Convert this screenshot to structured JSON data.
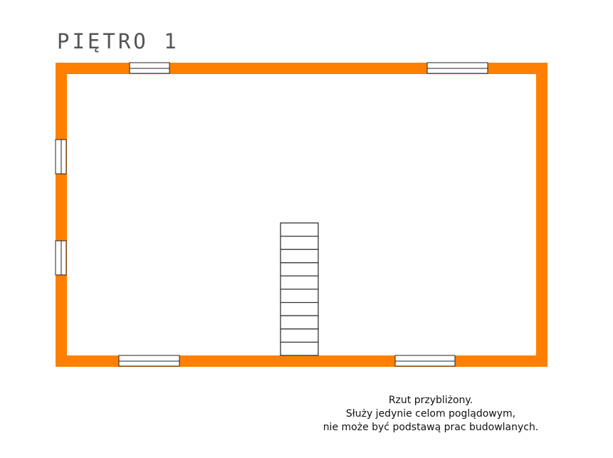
{
  "title": "PIĘTRO 1",
  "colors": {
    "wall": "#FF8000",
    "lines": "#222222"
  },
  "stairs": {
    "steps": 10
  },
  "note": {
    "line1": "Rzut przybliżony.",
    "line2": "Służy jedynie celom poglądowym,",
    "line3": "nie może być podstawą prac budowlanych."
  }
}
